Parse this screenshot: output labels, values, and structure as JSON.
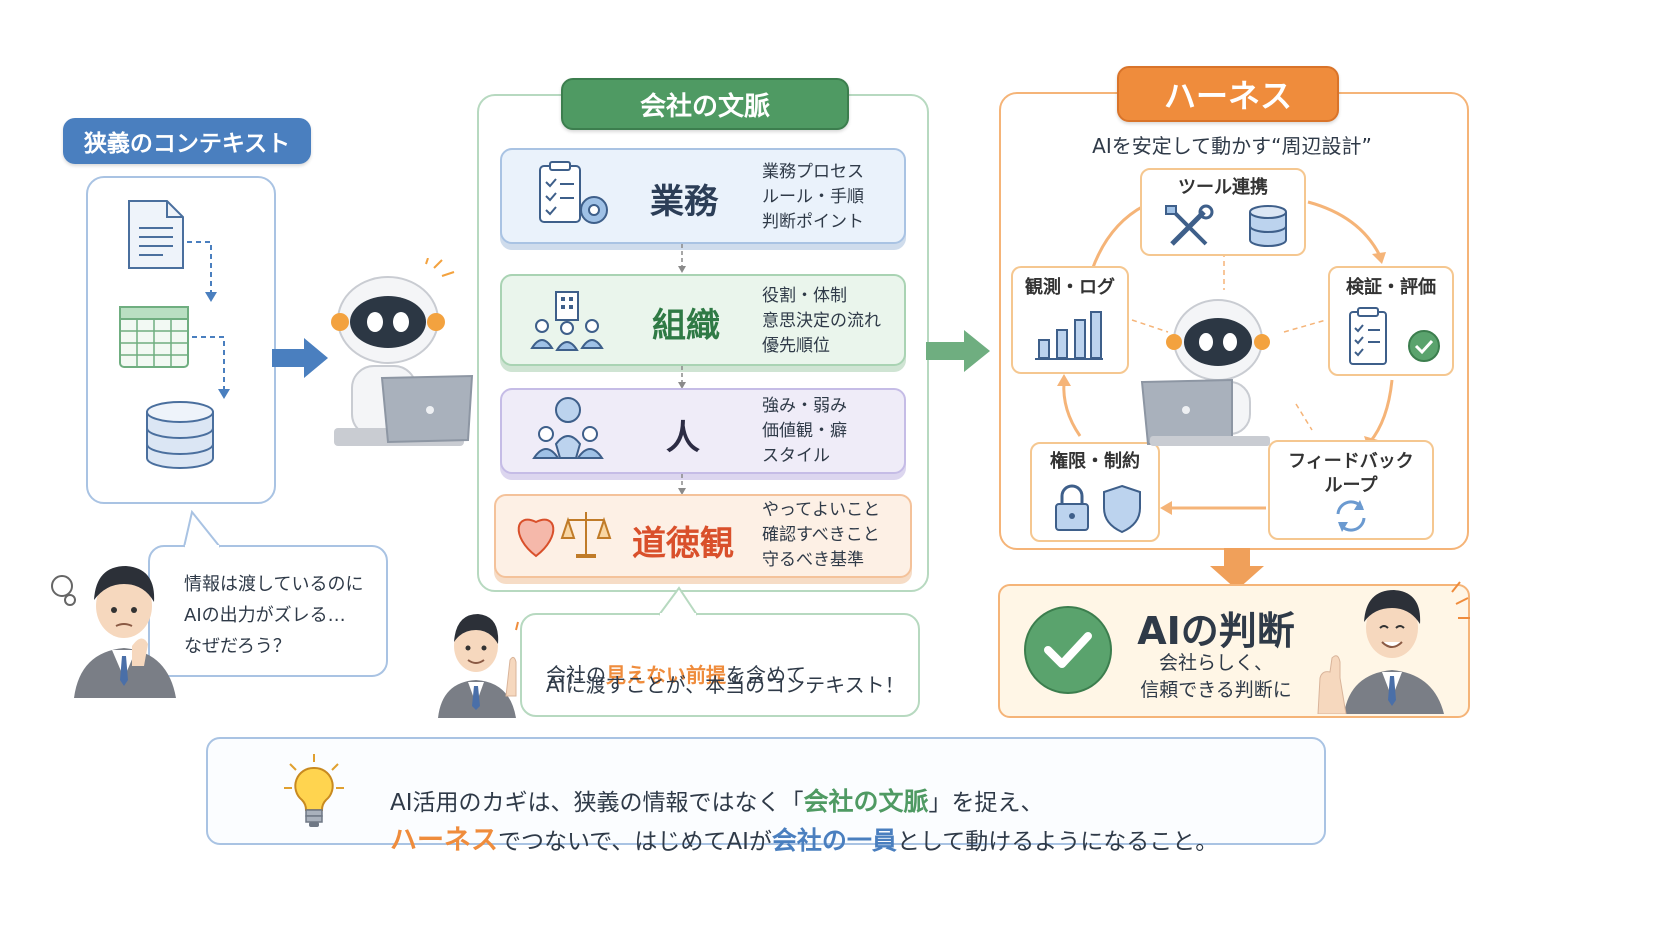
{
  "left": {
    "title": "狭義のコンテキスト",
    "speech": "情報は渡しているのに\nAIの出力がズレる…\nなぜだろう？"
  },
  "middle": {
    "title": "会社の文脈",
    "layers": [
      {
        "name": "業務",
        "desc": "業務プロセス\nルール・手順\n判断ポイント"
      },
      {
        "name": "組織",
        "desc": "役割・体制\n意思決定の流れ\n優先順位"
      },
      {
        "name": "人",
        "desc": "強み・弱み\n価値観・癖\nスタイル"
      },
      {
        "name": "道徳観",
        "desc": "やってよいこと\n確認すべきこと\n守るべき基準"
      }
    ],
    "speech_pre": "会社の",
    "speech_highlight": "見えない前提",
    "speech_post": "を含めて",
    "speech_line2": "AIに渡すことが、本当のコンテキスト！"
  },
  "right": {
    "title": "ハーネス",
    "subtitle": "AIを安定して動かす“周辺設計”",
    "nodes": {
      "tools": "ツール連携",
      "observe": "観測・ログ",
      "verify": "検証・評価",
      "permission": "権限・制約",
      "feedback": "フィードバック\nループ"
    },
    "result_title": "AIの判断",
    "result_desc": "会社らしく、\n信頼できる判断に"
  },
  "bottom": {
    "l1_pre": "AI活用のカギは、狭義の情報ではなく「",
    "l1_hl": "会社の文脈",
    "l1_post": "」を捉え、",
    "l2_hl1": "ハーネス",
    "l2_mid": "でつないで、はじめてAIが",
    "l2_hl2": "会社の一員",
    "l2_post": "として動けるようになること。"
  },
  "colors": {
    "blue": "#4a7fbf",
    "green": "#4f9a63",
    "purple": "#8a79c9",
    "orange": "#ef8c3c",
    "red": "#d9502b"
  }
}
